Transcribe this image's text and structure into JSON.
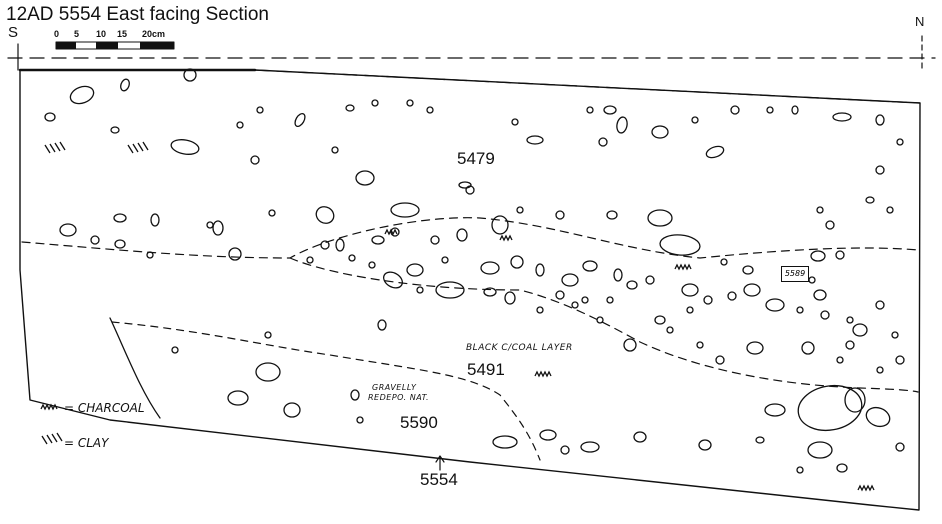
{
  "title": "12AD 5554 East facing Section",
  "orientation": {
    "left": "S",
    "right": "N"
  },
  "scale_bar": {
    "ticks": [
      "0",
      "5",
      "10",
      "15",
      "20cm"
    ]
  },
  "contexts": {
    "c5479": "5479",
    "c5491": "5491",
    "c5590": "5590",
    "c5554": "5554",
    "c5589": "5589"
  },
  "annotations": {
    "black_layer": "BLACK C/COAL LAYER",
    "gravelly_1": "GRAVELLY",
    "gravelly_2": "REDEPO. NAT."
  },
  "legend": {
    "charcoal": "= CHARCOAL",
    "clay": "= CLAY"
  }
}
